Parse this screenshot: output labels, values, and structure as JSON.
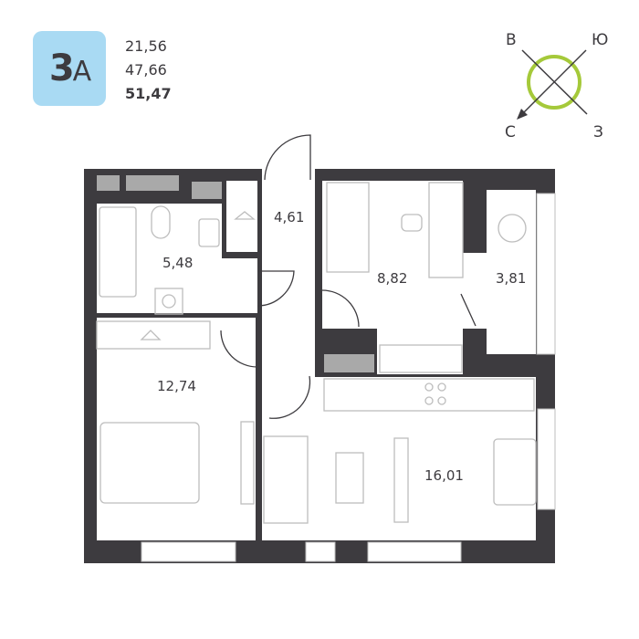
{
  "apartment": {
    "type_number": "3",
    "type_letter": "А"
  },
  "areas": {
    "living": "21,56",
    "total": "47,66",
    "total_with_balcony": "51,47"
  },
  "rooms": {
    "bathroom": "5,48",
    "hall": "4,61",
    "bedroom_small": "8,82",
    "balcony": "3,81",
    "bedroom": "12,74",
    "living_kitchen": "16,01"
  },
  "compass": {
    "north_east": "В",
    "south_east": "Ю",
    "north": "С",
    "west": "З",
    "accent": "#a5c93a"
  },
  "colors": {
    "wall": "#3d3b3f",
    "badge": "#a9daf3",
    "niche": "#a9a9a9"
  }
}
